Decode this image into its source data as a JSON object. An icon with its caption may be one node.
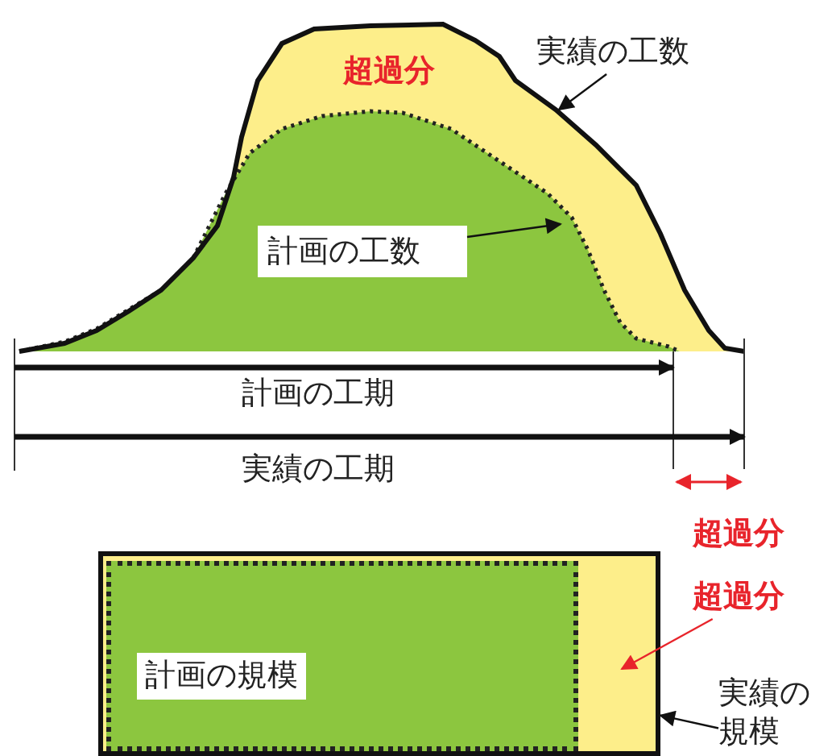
{
  "diagram": {
    "nodes": [
      {
        "text": [
          "実績の工数"
        ]
      },
      {
        "text": [
          "計画の工数"
        ]
      },
      {
        "text": [],
        "shape": "box"
      },
      {
        "text": [
          "計画の規模"
        ],
        "in": 2
      },
      {
        "text": [
          "超過分"
        ]
      },
      {
        "text": [
          "実績の規模"
        ]
      }
    ],
    "edges": [
      {
        "from": 0,
        "to": null,
        "arrow": "to"
      },
      {
        "from": 1,
        "to": null,
        "arrow": "to"
      },
      {
        "from": 4,
        "to": 2,
        "arrow": "to",
        "color": "#e8242b"
      },
      {
        "from": 5,
        "to": 2,
        "arrow": "to"
      }
    ],
    "labels": [
      "超過分",
      "計画の工期",
      "実績の工期",
      "超過分"
    ]
  }
}
